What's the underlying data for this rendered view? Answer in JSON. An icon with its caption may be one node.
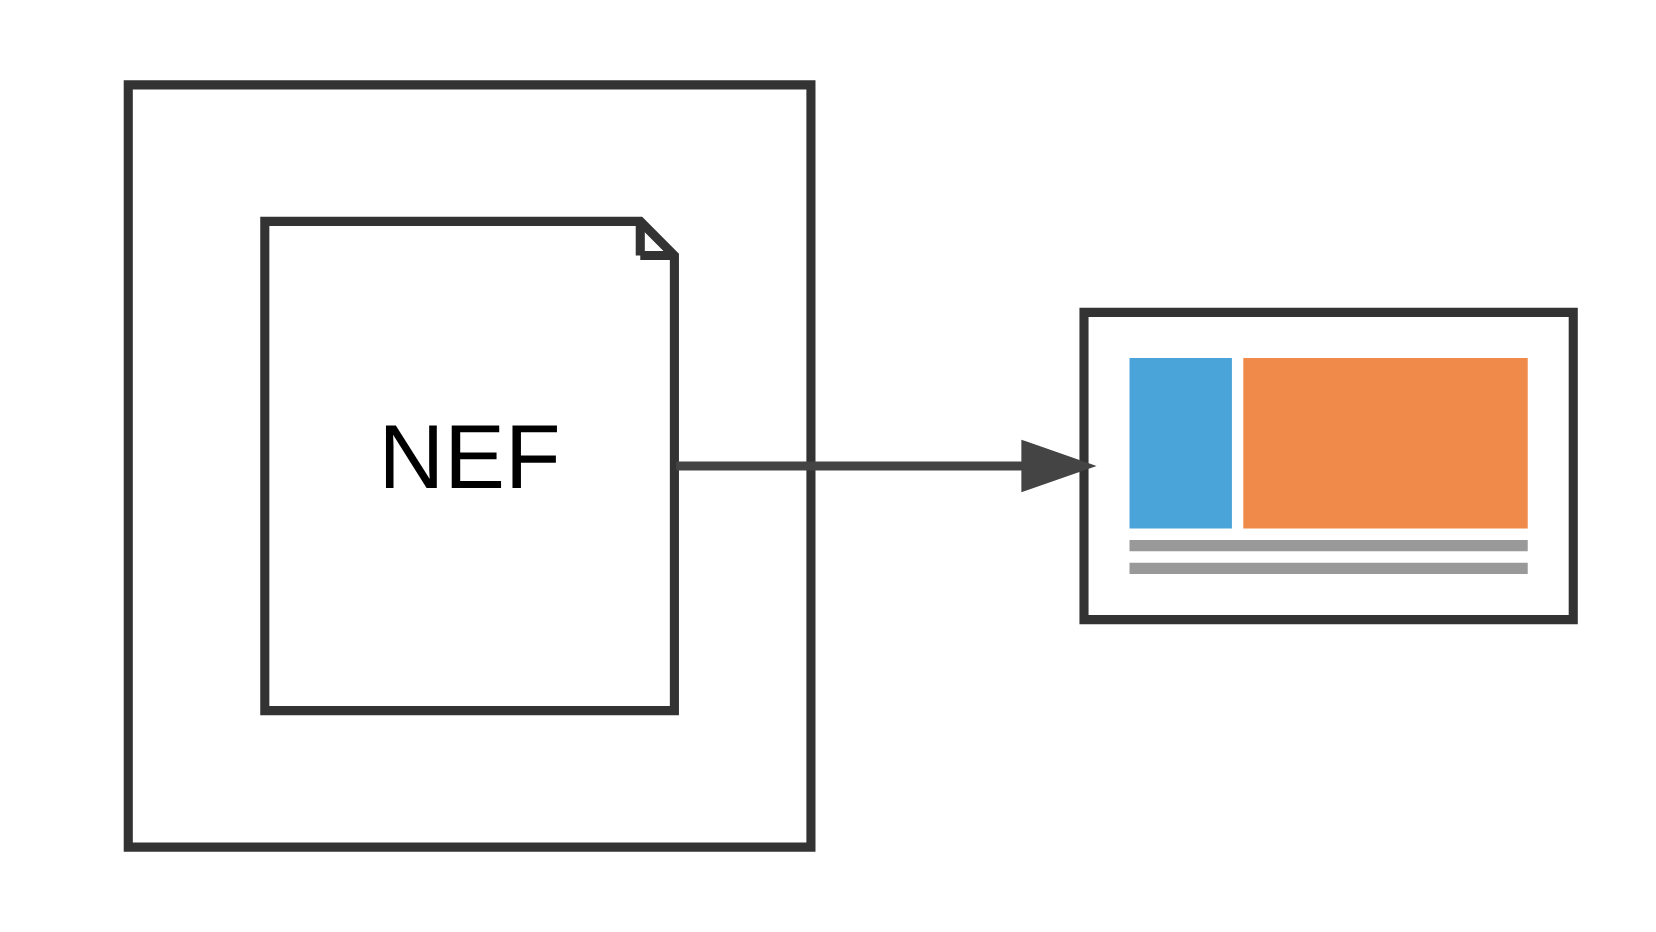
{
  "diagram": {
    "nodes": [
      {
        "text": [],
        "shape": "box"
      },
      {
        "text": [
          "NEF"
        ],
        "in": 0
      },
      {
        "text": [],
        "shape": "picture"
      }
    ],
    "edges": [
      {
        "from": 1,
        "to": 2,
        "arrow": "to"
      }
    ]
  }
}
